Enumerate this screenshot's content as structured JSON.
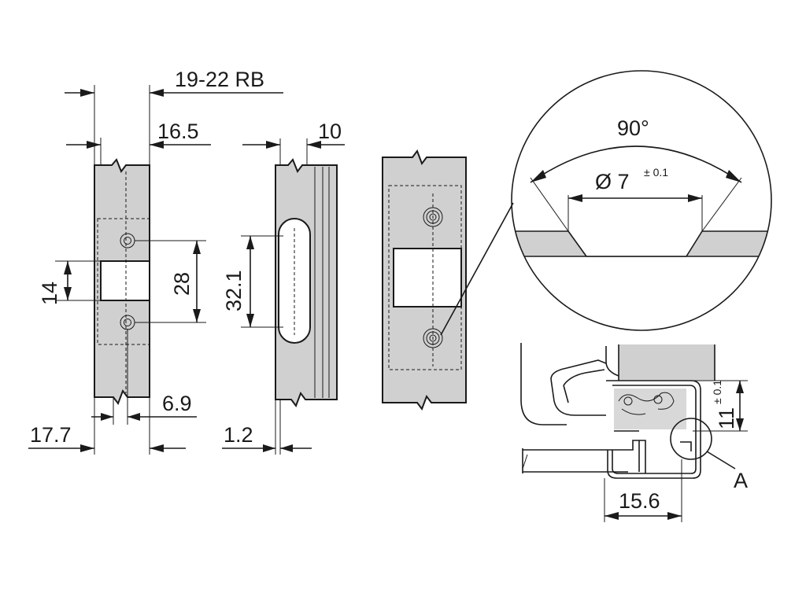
{
  "labels": {
    "rebate_range": "19-22 RB",
    "width_16_5": "16.5",
    "width_10": "10",
    "height_14": "14",
    "height_28": "28",
    "height_32_1": "32.1",
    "offset_6_9": "6.9",
    "offset_17_7": "17.7",
    "offset_1_2": "1.2",
    "countersink_angle": "90°",
    "hole_diameter": "Ø 7",
    "hole_tolerance": "± 0.1",
    "depth_11": "11",
    "depth_tolerance": "± 0.1",
    "width_15_6": "15.6",
    "detail_marker": "A"
  },
  "colors": {
    "part_fill": "#d0d0d0",
    "line": "#1a1a1a",
    "background": "#ffffff"
  }
}
